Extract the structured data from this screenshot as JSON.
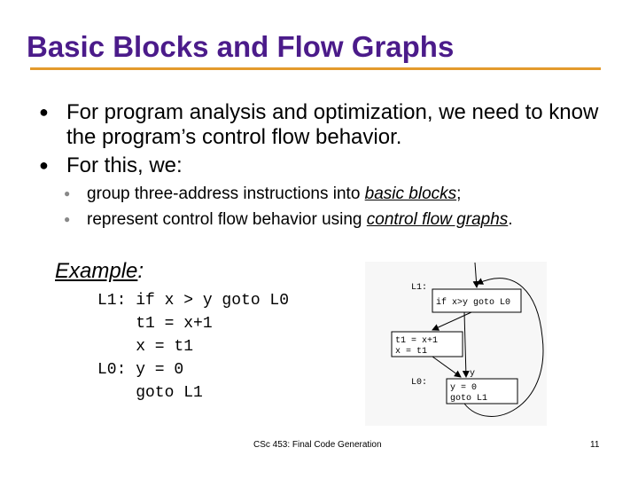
{
  "slide": {
    "title": "Basic Blocks and Flow Graphs",
    "bullets": [
      {
        "text": "For program analysis and optimization, we need to know the program’s control flow behavior."
      },
      {
        "text": "For this, we:"
      }
    ],
    "subbullets": [
      {
        "before": "group three-address instructions into ",
        "term": "basic blocks",
        "after": ";"
      },
      {
        "before": "represent control flow behavior using ",
        "term": "control flow graphs",
        "after": "."
      }
    ],
    "example_label": "Example",
    "example_colon": ":",
    "code": "L1: if x > y goto L0\n    t1 = x+1\n    x = t1\nL0: y = 0\n    goto L1",
    "figure": {
      "label_l1": "L1:",
      "block1": "if x>y goto L0",
      "block2_line1": "t1 = x+1",
      "block2_line2": "x = t1",
      "label_l0": "L0:",
      "block3_line1": "y = 0",
      "block3_line2": "goto L1",
      "edge_label": "y"
    },
    "footer": "CSc 453: Final Code Generation",
    "page_number": "11"
  }
}
